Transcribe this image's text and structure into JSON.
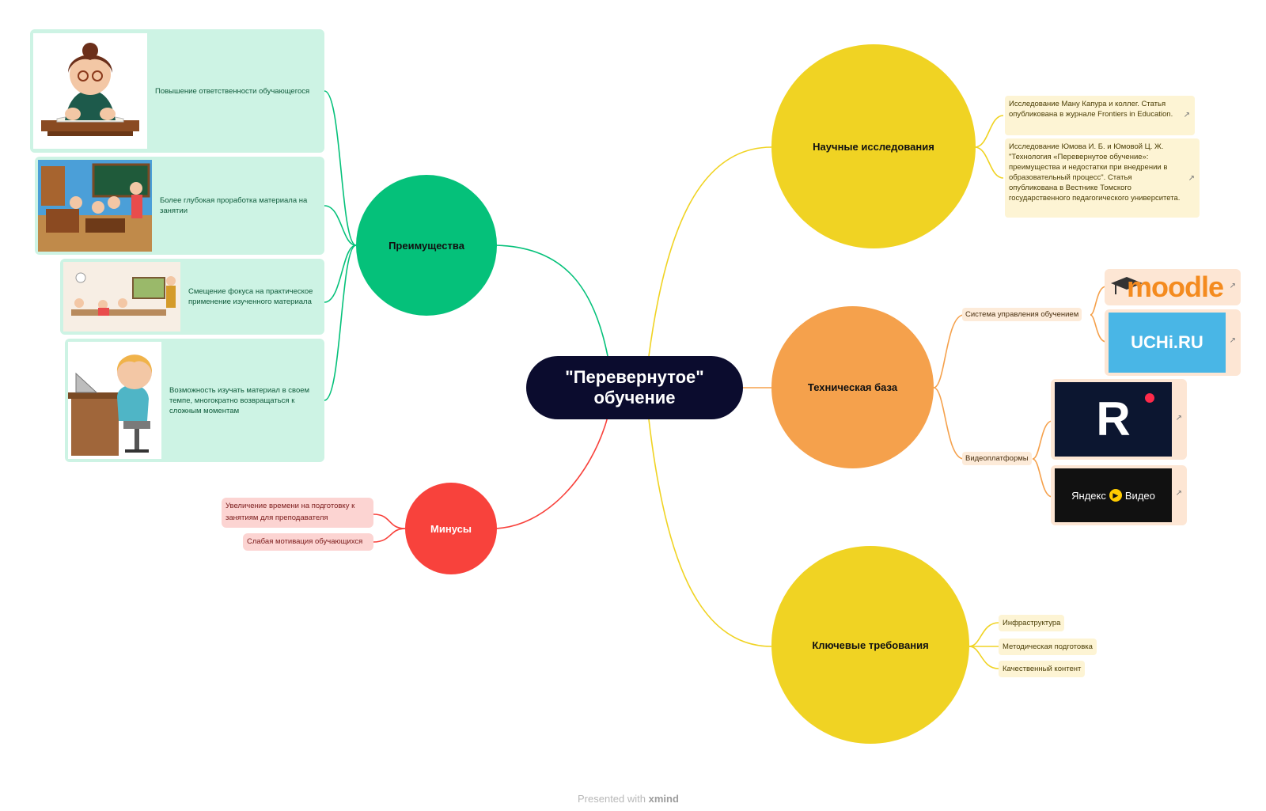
{
  "central": "\"Перевернутое\" обучение",
  "colors": {
    "green": "#05c17a",
    "red": "#f8423c",
    "yellow": "#f0d323",
    "orange": "#f5a14c",
    "central": "#0b0c2e"
  },
  "pros": {
    "title": "Преимущества",
    "items": [
      "Повышение ответственности обучающегося",
      "Более глубокая проработка материала на занятии",
      "Смещение фокуса на практическое применение изученного материала",
      "Возможность изучать материал в своем темпе, многократно возвращаться к сложным моментам"
    ]
  },
  "cons": {
    "title": "Минусы",
    "items": [
      "Увеличение времени на подготовку к занятиям для преподавателя",
      "Слабая мотивация обучающихся"
    ]
  },
  "research": {
    "title": "Научные исследования",
    "items": [
      "Исследование Ману Капура и коллег. Статья опубликована в журнале Frontiers in Education.",
      "Исследование Юмова И. Б. и Юмовой Ц. Ж. \"Технология «Перевернутое обучение»: преимущества и недостатки при внедрении в образовательный процесс\". Статья опубликована в Вестнике Томского государственного педагогического университета."
    ]
  },
  "tech": {
    "title": "Техническая база",
    "lms_label": "Система управления обучением",
    "video_label": "Видеоплатформы",
    "logos": {
      "moodle": "moodle",
      "uchi": "UCHi.RU",
      "rutube": "R",
      "yandex_a": "Яндекс",
      "yandex_b": "Видео"
    }
  },
  "req": {
    "title": "Ключевые требования",
    "items": [
      "Инфраструктура",
      "Методическая подготовка",
      "Качественный контент"
    ]
  },
  "footer": {
    "prefix": "Presented with",
    "brand": "xmind"
  },
  "icons": {
    "external": "external-link-icon"
  }
}
